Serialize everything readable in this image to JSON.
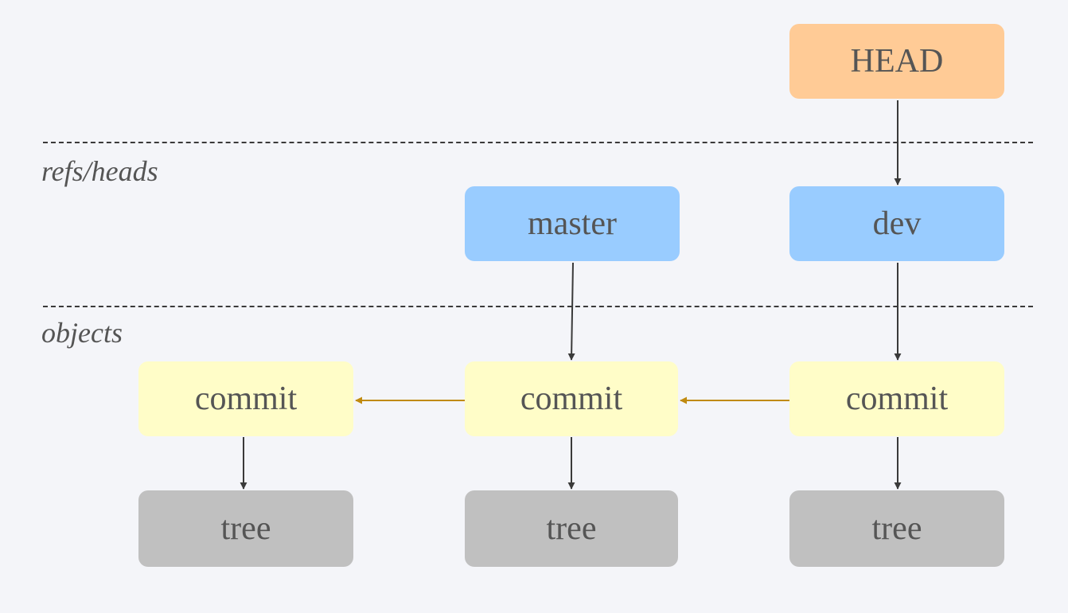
{
  "sections": {
    "refs_heads": "refs/heads",
    "objects": "objects"
  },
  "nodes": {
    "head": "HEAD",
    "master": "master",
    "dev": "dev",
    "commit_1": "commit",
    "commit_2": "commit",
    "commit_3": "commit",
    "tree_1": "tree",
    "tree_2": "tree",
    "tree_3": "tree"
  },
  "colors": {
    "background": "#f4f5f9",
    "head": "#ffcb96",
    "ref": "#99ccff",
    "commit": "#fffdc8",
    "tree": "#c0c0c0",
    "pointer_arrow": "#3a3a3a",
    "parent_arrow": "#c08a10"
  }
}
